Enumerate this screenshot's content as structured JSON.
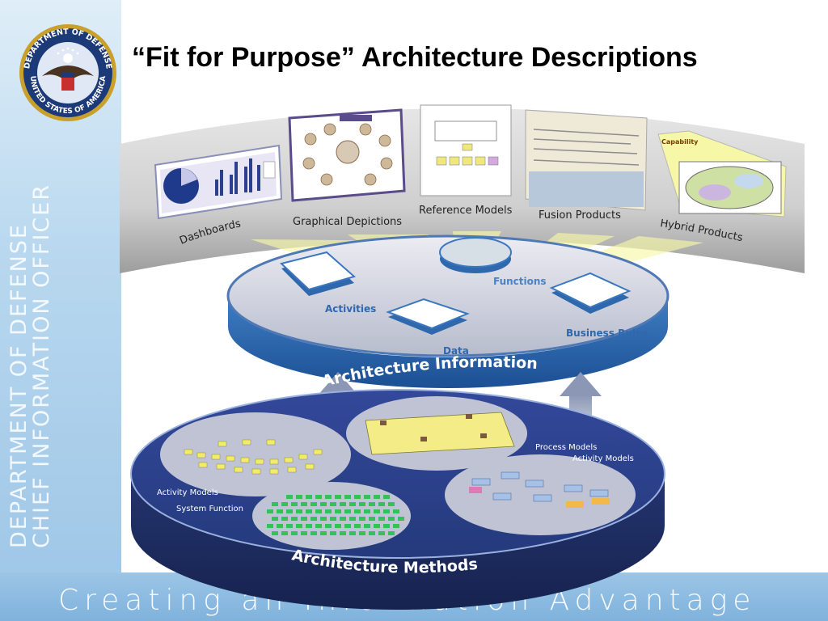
{
  "title": "“Fit for Purpose” Architecture Descriptions",
  "seal_text": {
    "top": "DEPARTMENT OF DEFENSE",
    "bottom": "UNITED STATES OF AMERICA"
  },
  "sidebar_text": [
    "DEPARTMENT OF DEFENSE",
    "CHIEF INFORMATION OFFICER"
  ],
  "footer_text": "Creating an Information Advantage",
  "products": [
    {
      "label": "Dashboards"
    },
    {
      "label": "Graphical Depictions"
    },
    {
      "label": "Reference Models"
    },
    {
      "label": "Fusion Products"
    },
    {
      "label": "Hybrid Products"
    }
  ],
  "info_platform": {
    "label": "Architecture Information",
    "items": [
      "Activities",
      "Functions",
      "Data",
      "Business Rules"
    ]
  },
  "methods_platform": {
    "label": "Architecture Methods",
    "items": [
      "Process Models",
      "Activity Models",
      "Activity Models",
      "System Function"
    ]
  },
  "hybrid_capability_label": "Capability",
  "colors": {
    "platform_blue": "#2a64a8",
    "methods_navy": "#2a3f86",
    "band_gray": "#a9a9a9",
    "light_yellow": "#f6f6a4"
  }
}
